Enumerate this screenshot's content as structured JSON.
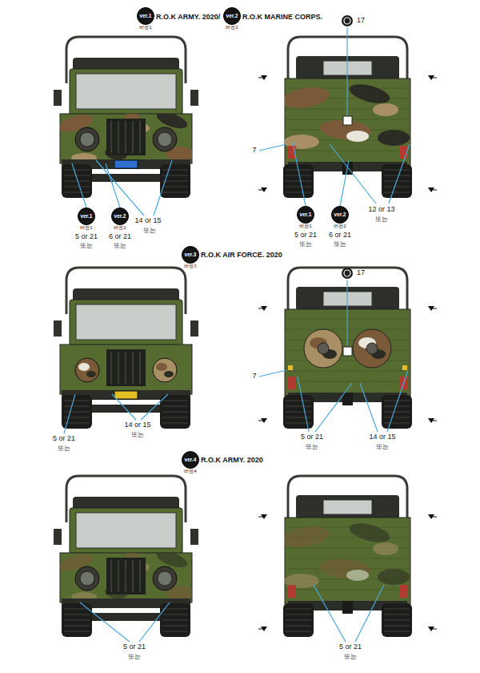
{
  "diagram": {
    "nodes": [
      {
        "text": [
          "ver.1",
          "버전1"
        ]
      },
      {
        "text": [
          "ver.2",
          "버전2"
        ]
      },
      {
        "text": [
          "ver.1",
          "버전1"
        ]
      },
      {
        "text": [
          "ver.2",
          "버전2"
        ]
      },
      {
        "text": [
          "ver.1",
          "버전1"
        ]
      },
      {
        "text": [
          "ver.2",
          "버전2"
        ]
      },
      {
        "text": [
          "ver.3",
          "버전3"
        ]
      },
      {
        "text": [
          "ver.4",
          "버전4"
        ]
      }
    ],
    "labels": [
      "R.O.K ARMY. 2020/",
      "R.O.K MARINE CORPS.",
      "14 or 15",
      "또는",
      "5 or 21",
      "또는",
      "6 or 21",
      "또는",
      "17",
      "7",
      "5 or 21",
      "또는",
      "6 or 21",
      "또는",
      "12 or 13",
      "또는",
      "R.O.K AIR FORCE. 2020",
      "14 or 15",
      "또는",
      "5 or 21",
      "또는",
      "17",
      "7",
      "5 or 21",
      "또는",
      "14 or 15",
      "또는",
      "R.O.K ARMY. 2020",
      "5 or 21",
      "또는",
      "5 or 21",
      "또는"
    ]
  }
}
